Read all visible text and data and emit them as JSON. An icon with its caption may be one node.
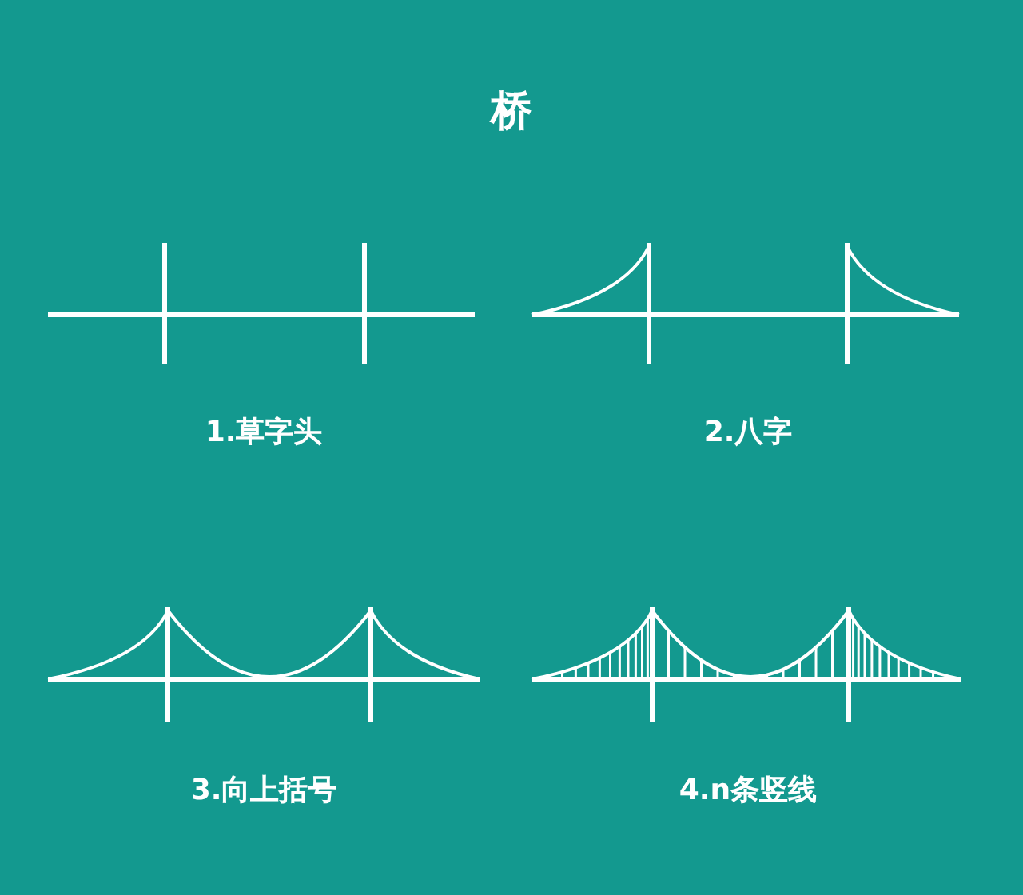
{
  "diagram": {
    "title": "桥",
    "labels": [
      "1.草字头",
      "2.八字",
      "3.向上括号",
      "4.n条竖线"
    ]
  }
}
